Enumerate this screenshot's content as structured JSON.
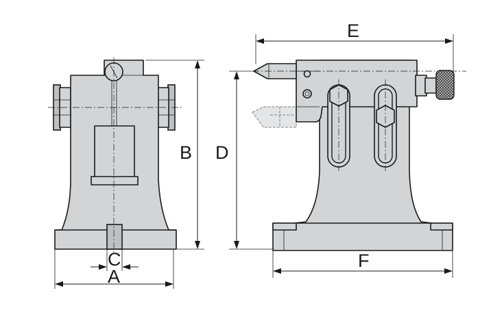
{
  "labels": {
    "a": "A",
    "b": "B",
    "c": "C",
    "d": "D",
    "e": "E",
    "f": "F"
  },
  "icons": {
    "knob": "knurled-knob-icon",
    "tip": "center-point-icon"
  }
}
